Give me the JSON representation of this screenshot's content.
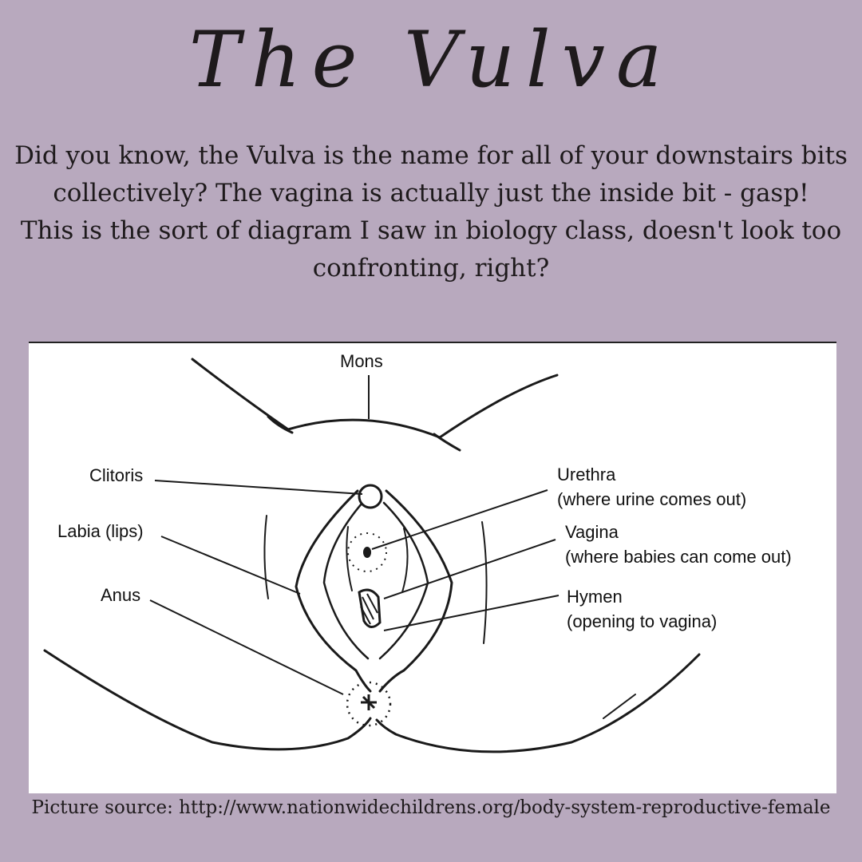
{
  "title": "The Vulva",
  "intro": {
    "line1": "Did you know, the Vulva is the name for all of your downstairs bits collectively? The vagina is actually just the inside bit - gasp!",
    "line2": "This is the sort of diagram I saw in biology class, doesn't look too confronting, right?"
  },
  "diagram": {
    "labels": {
      "mons": "Mons",
      "clitoris": "Clitoris",
      "labia": "Labia (lips)",
      "anus": "Anus",
      "urethra": "Urethra",
      "urethra_note": "(where urine comes out)",
      "vagina": "Vagina",
      "vagina_note": "(where babies can come out)",
      "hymen": "Hymen",
      "hymen_note": "(opening to vagina)"
    }
  },
  "source": "Picture source: http://www.nationwidechildrens.org/body-system-reproductive-female",
  "colors": {
    "background": "#b8a9be",
    "panel": "#ffffff",
    "ink": "#1e1a1c"
  }
}
